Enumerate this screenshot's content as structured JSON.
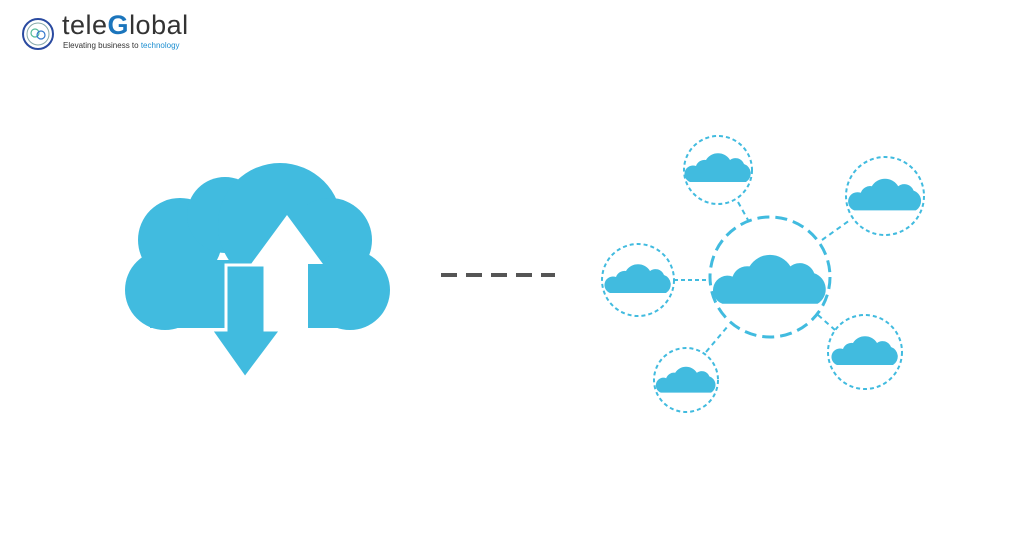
{
  "logo": {
    "brand_prefix": "tele",
    "brand_highlight": "G",
    "brand_suffix": "lobal",
    "tagline_prefix": "Elevating business to ",
    "tagline_highlight": "technology"
  },
  "colors": {
    "cloud": "#41bbdf",
    "connector": "#555555",
    "brand_blue": "#1b75bc"
  }
}
